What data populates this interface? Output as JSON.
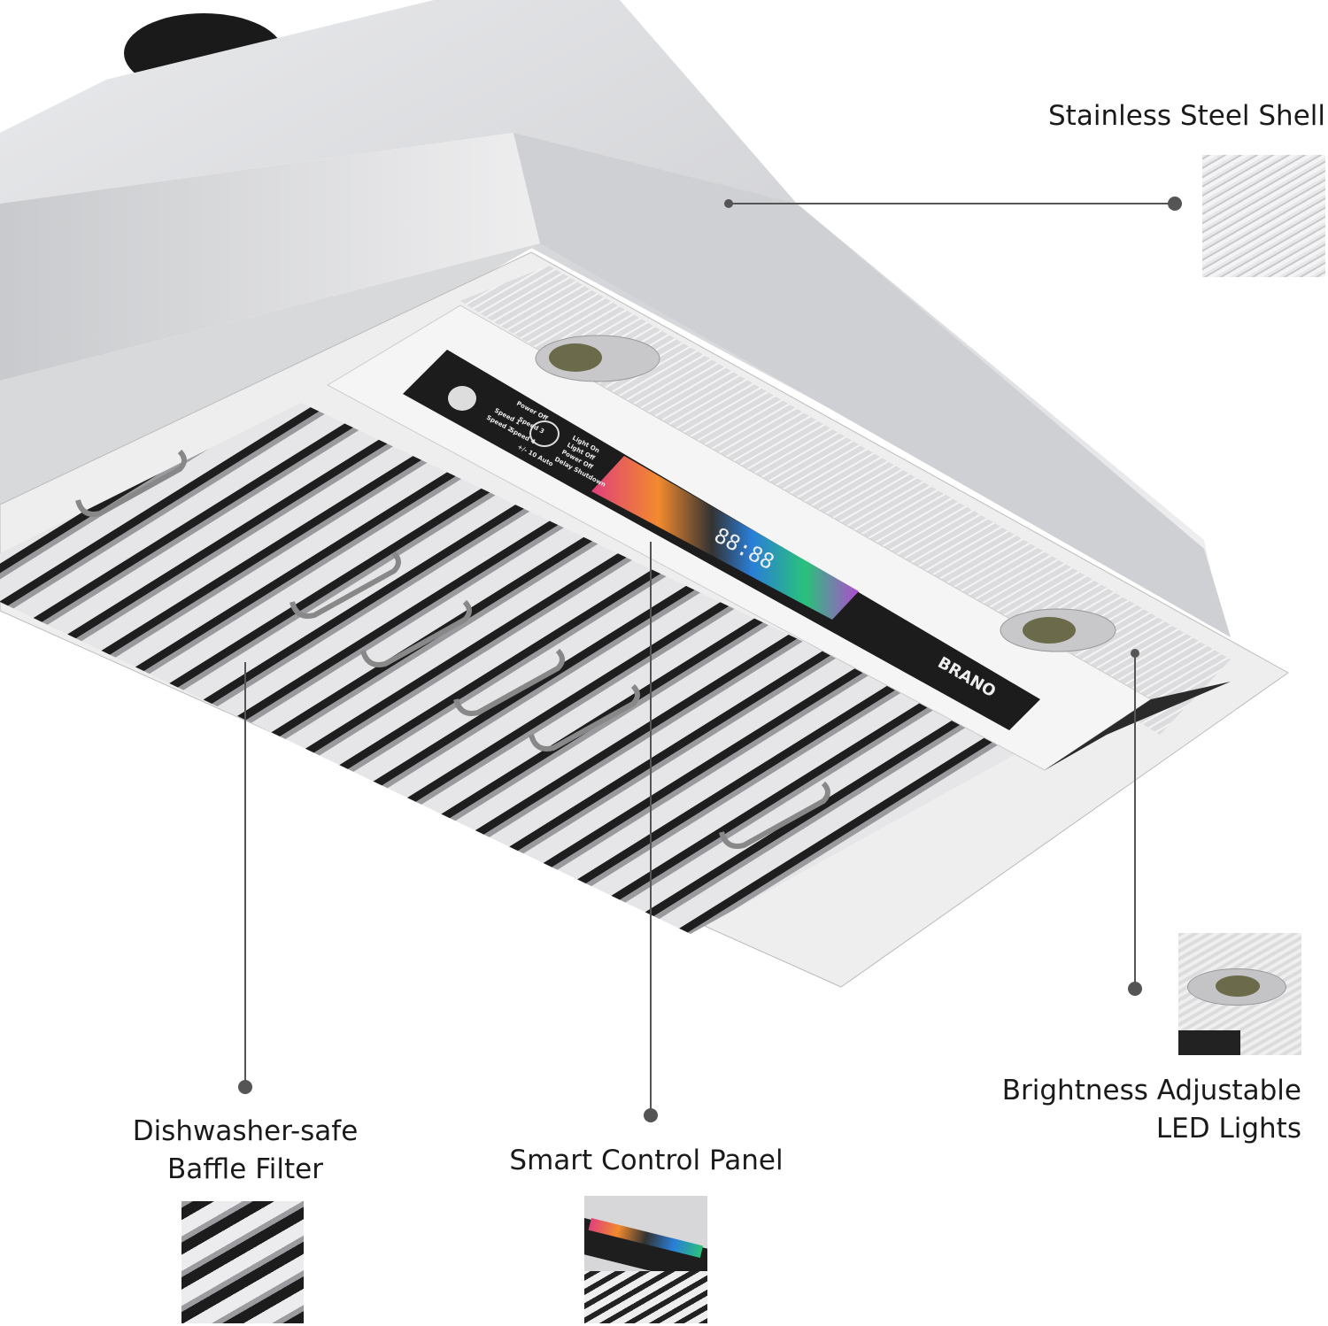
{
  "brand": "BRANO",
  "control_panel": {
    "labels": [
      "Power Off",
      "Speed 1",
      "Speed 3",
      "Speed 2",
      "Speed 4",
      "+/- 10 Auto",
      "Light On",
      "Light Off",
      "Power Off",
      "Delay Shutdown"
    ],
    "display_digits": "88:88"
  },
  "callouts": [
    {
      "id": "shell",
      "lines": [
        "Stainless Steel Shell"
      ]
    },
    {
      "id": "filter",
      "lines": [
        "Dishwasher-safe",
        "Baffle Filter"
      ]
    },
    {
      "id": "panel",
      "lines": [
        "Smart Control Panel"
      ]
    },
    {
      "id": "led",
      "lines": [
        "Brightness Adjustable",
        "LED Lights"
      ]
    }
  ],
  "colors": {
    "callout_line": "#555555",
    "panel_black": "#1c1c1c",
    "steel": "#d9dadc"
  }
}
